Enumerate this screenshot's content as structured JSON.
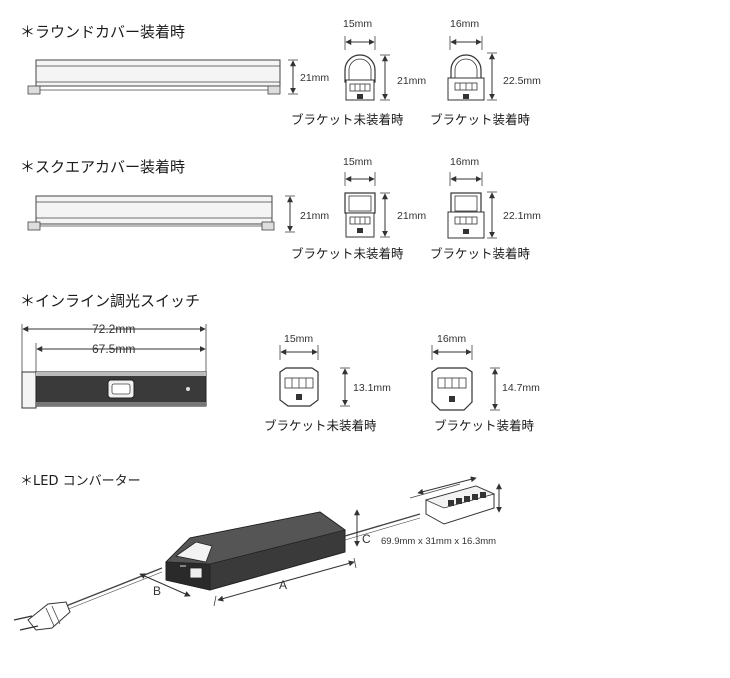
{
  "sections": {
    "round": {
      "title": "＊ラウンドカバー装着時",
      "bar_height": "21mm",
      "a": {
        "width": "15mm",
        "height": "21mm",
        "caption": "ブラケット未装着時"
      },
      "b": {
        "width": "16mm",
        "height": "22.5mm",
        "caption": "ブラケット装着時"
      }
    },
    "square": {
      "title": "＊スクエアカバー装着時",
      "bar_height": "21mm",
      "a": {
        "width": "15mm",
        "height": "21mm",
        "caption": "ブラケット未装着時"
      },
      "b": {
        "width": "16mm",
        "height": "22.1mm",
        "caption": "ブラケット装着時"
      }
    },
    "switch": {
      "title": "＊インライン調光スイッチ",
      "len_outer": "72.2mm",
      "len_inner": "67.5mm",
      "a": {
        "width": "15mm",
        "height": "13.1mm",
        "caption": "ブラケット未装着時"
      },
      "b": {
        "width": "16mm",
        "height": "14.7mm",
        "caption": "ブラケット装着時"
      }
    },
    "converter": {
      "title": "＊LED コンバーター",
      "label_a": "A",
      "label_b": "B",
      "label_c": "C",
      "junction_size": "69.9mm x 31mm x 16.3mm"
    }
  },
  "colors": {
    "line": "#333333",
    "bar_fill": "#f4f4f4",
    "dark_body": "#3a3a3a"
  }
}
